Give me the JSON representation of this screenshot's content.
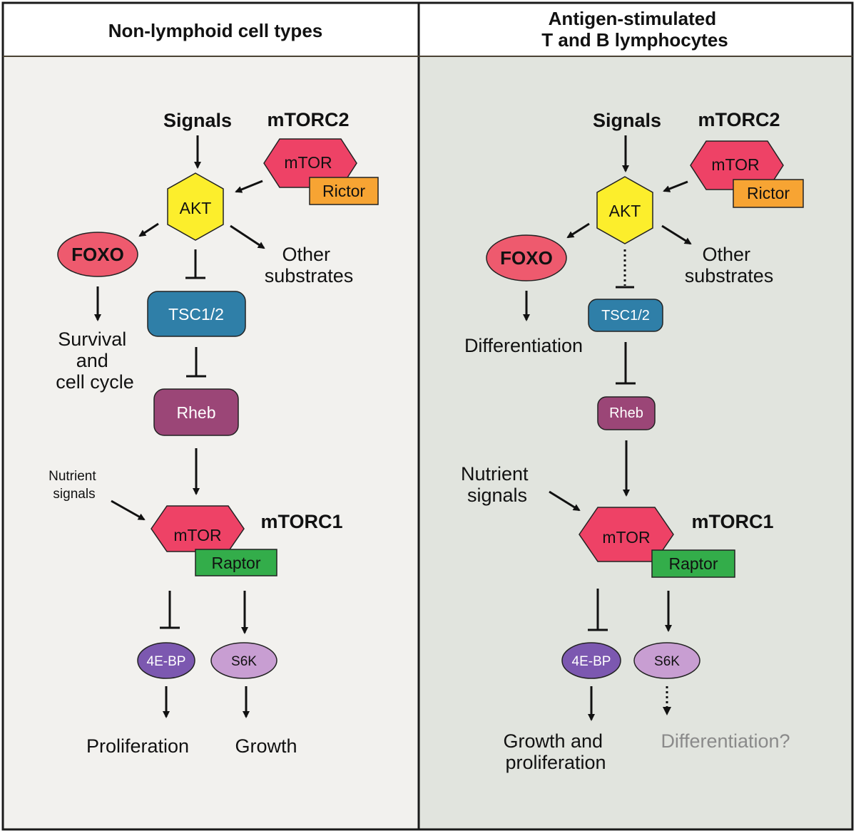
{
  "colors": {
    "left_bg": "#f2f1ee",
    "right_bg": "#e1e4de",
    "header_bg": "#ffffff",
    "frame": "#1a1a1a",
    "mtor": "#ee4266",
    "rictor": "#f7a433",
    "raptor": "#33ad4a",
    "akt": "#fcee2c",
    "foxo": "#ee5a6e",
    "tsc": "#2f7fa8",
    "rheb": "#9b4677",
    "fourebp": "#7c58b0",
    "s6k": "#c89ed2",
    "muted_text": "#8a8a8a"
  },
  "panels": [
    {
      "title_lines": [
        "Non-lymphoid cell types"
      ],
      "signals": "Signals",
      "mtorc2": "mTORC2",
      "mtor": "mTOR",
      "rictor": "Rictor",
      "akt": "AKT",
      "foxo": "FOXO",
      "other_substrates": [
        "Other",
        "substrates"
      ],
      "foxo_outcome": [
        "Survival",
        "and",
        "cell cycle"
      ],
      "tsc": "TSC1/2",
      "rheb": "Rheb",
      "nutrient_signals": [
        "Nutrient",
        "signals"
      ],
      "mtorc1": "mTORC1",
      "mtor1": "mTOR",
      "raptor": "Raptor",
      "fourebp": "4E-BP",
      "s6k": "S6K",
      "outcome_left": [
        "Proliferation"
      ],
      "outcome_right": [
        "Growth"
      ]
    },
    {
      "title_lines": [
        "Antigen-stimulated",
        "T and B lymphocytes"
      ],
      "signals": "Signals",
      "mtorc2": "mTORC2",
      "mtor": "mTOR",
      "rictor": "Rictor",
      "akt": "AKT",
      "foxo": "FOXO",
      "other_substrates": [
        "Other",
        "substrates"
      ],
      "foxo_outcome": [
        "Differentiation"
      ],
      "tsc": "TSC1/2",
      "rheb": "Rheb",
      "nutrient_signals": [
        "Nutrient",
        "signals"
      ],
      "mtorc1": "mTORC1",
      "mtor1": "mTOR",
      "raptor": "Raptor",
      "fourebp": "4E-BP",
      "s6k": "S6K",
      "outcome_left": [
        "Growth and",
        "proliferation"
      ],
      "outcome_right": [
        "Differentiation?"
      ]
    }
  ]
}
